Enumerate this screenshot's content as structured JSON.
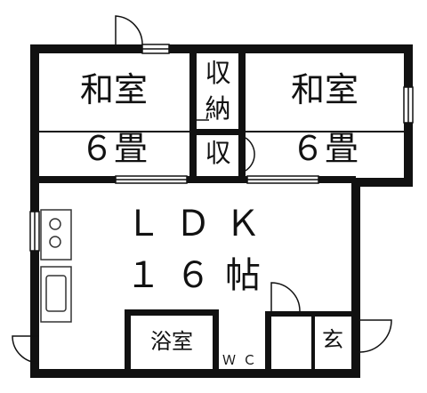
{
  "rooms": {
    "washitsu_left": {
      "name": "和室",
      "size": "６畳"
    },
    "shuno": {
      "line1": "収",
      "line2": "納"
    },
    "shu_small": {
      "label": "収"
    },
    "washitsu_right": {
      "name": "和室",
      "size": "６畳"
    },
    "ldk": {
      "name": "ＬＤＫ",
      "size": "１６帖"
    },
    "bath": {
      "label": "浴室"
    },
    "wc": {
      "label": "ＷＣ"
    },
    "entrance": {
      "label": "玄"
    }
  },
  "colors": {
    "wall": "#111111",
    "fixture": "#333333"
  }
}
